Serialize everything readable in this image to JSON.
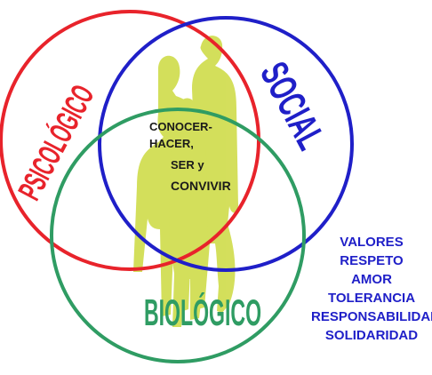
{
  "circles": {
    "psicologico": {
      "label": "PSICOLÓGICO",
      "color": "#e8232b"
    },
    "social": {
      "label": "SOCIAL",
      "color": "#1f1fc8"
    },
    "biologico": {
      "label": "BIOLÓGICO",
      "color": "#2f9c63"
    }
  },
  "center": {
    "lines": [
      "CONOCER-",
      "HACER,",
      "SER y",
      "CONVIVIR"
    ]
  },
  "values": {
    "items": [
      "VALORES",
      "RESPETO",
      "AMOR",
      "TOLERANCIA",
      "RESPONSABILIDAD",
      "SOLIDARIDAD"
    ]
  },
  "colors": {
    "figures": "#cfdc4a",
    "center_text": "#1a1a1a"
  }
}
